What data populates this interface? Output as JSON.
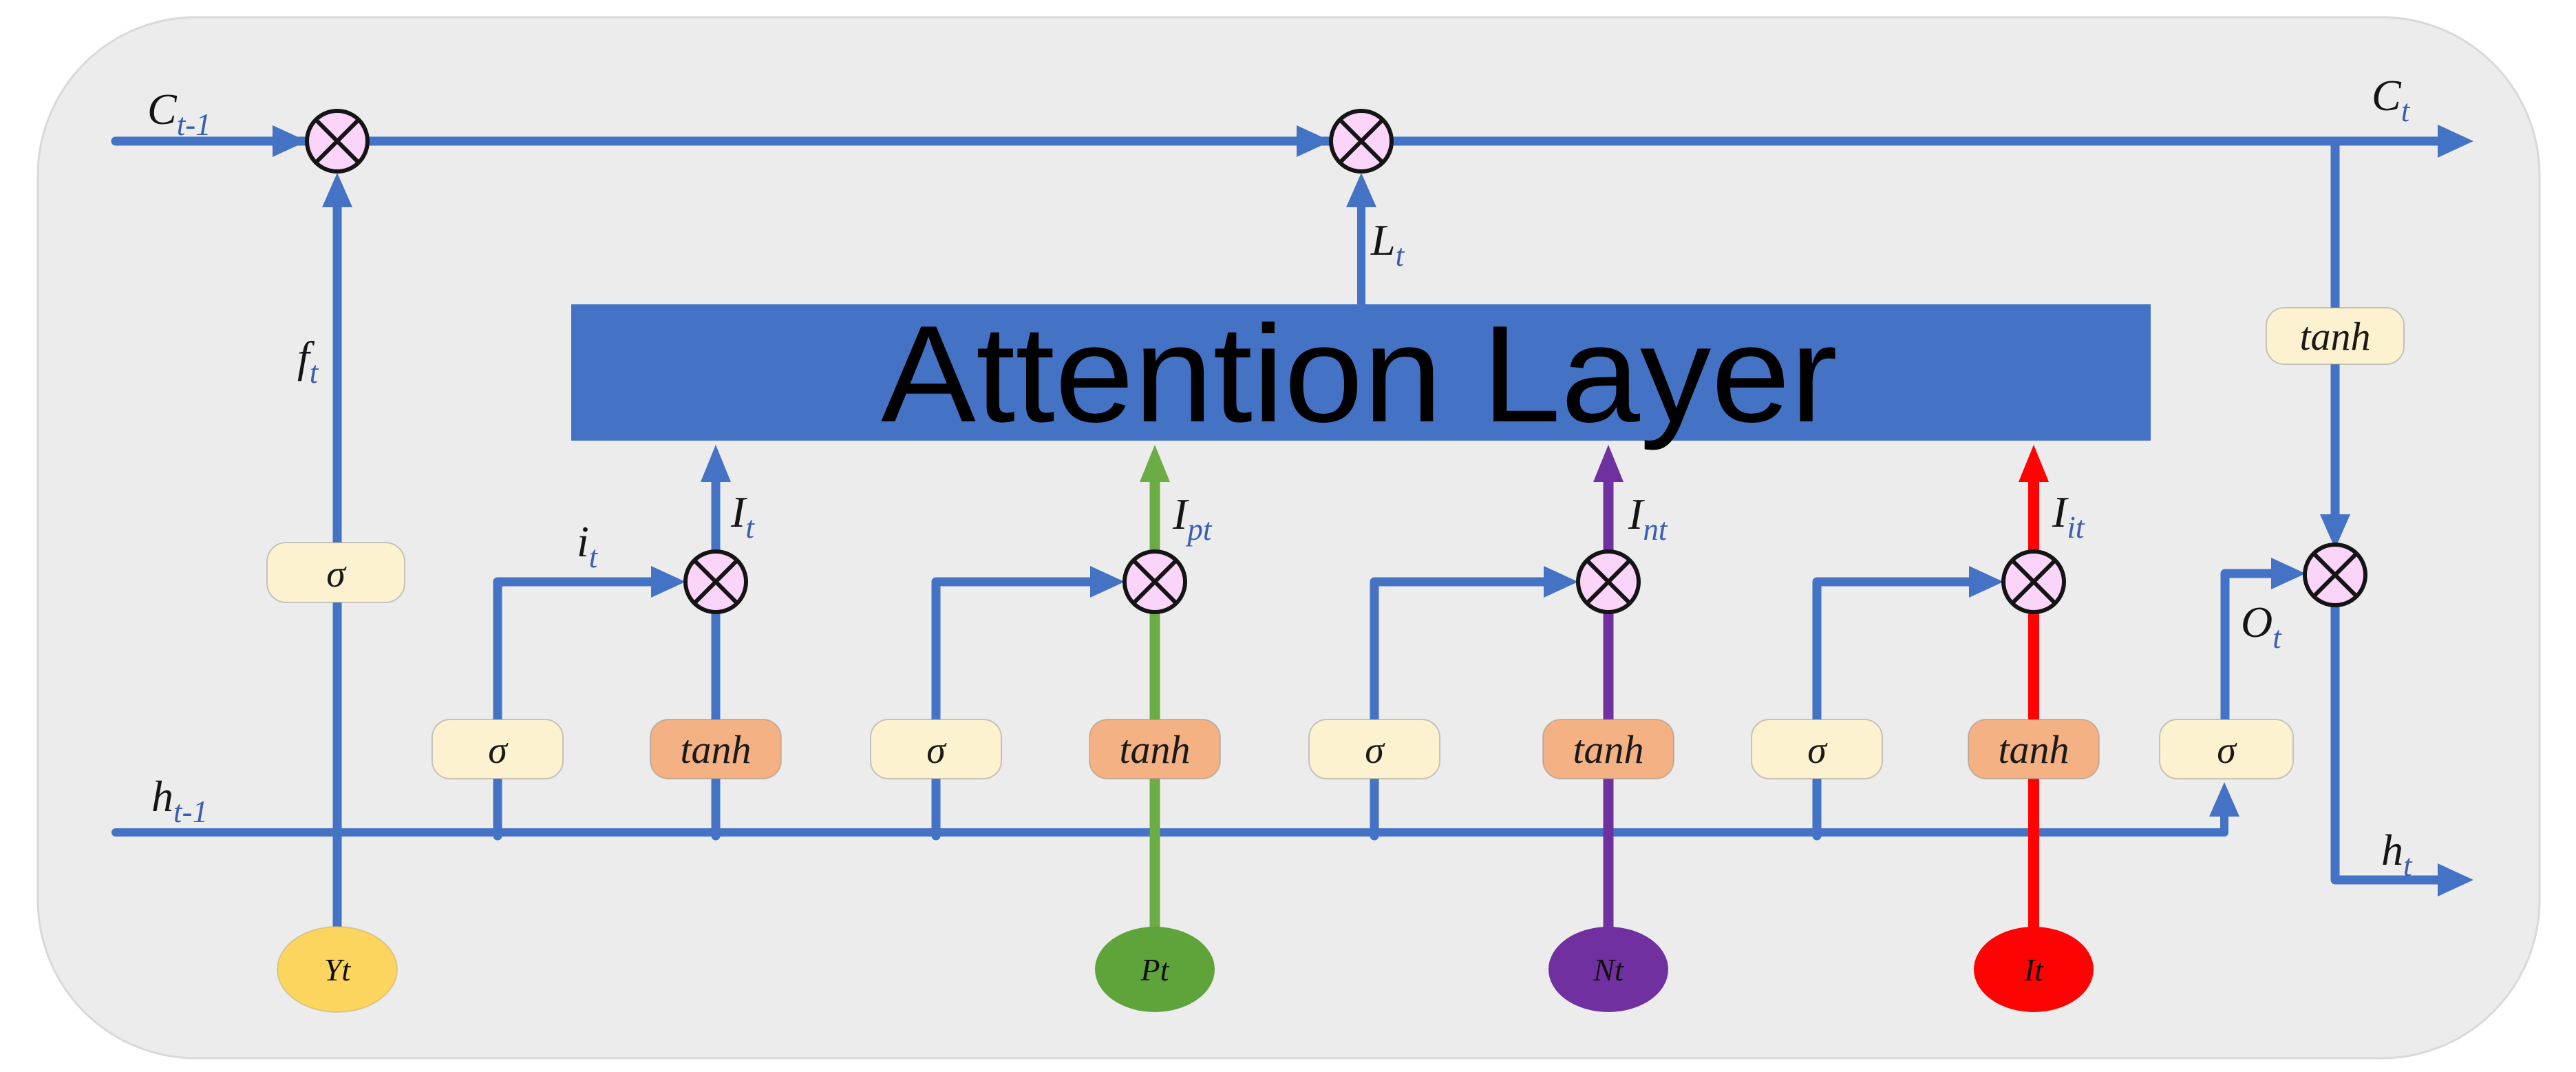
{
  "diagram": {
    "type": "lstm-attention-cell",
    "background_color": "#ECECEC",
    "accent_blue": "#4472C4",
    "attention_banner": {
      "label": "Attention Layer",
      "fill": "#4472C4",
      "text_color": "#000000"
    },
    "gate_boxes": {
      "sigma_label": "σ",
      "tanh_label": "tanh",
      "sigma_fill": "#FDF2CF",
      "tanh_fill": "#F4B183"
    },
    "multiply_nodes": {
      "symbol": "⊗",
      "fill": "#FBD4F9",
      "count": 7
    },
    "edge_labels": {
      "c_prev": {
        "base": "C",
        "sub": "t-1"
      },
      "c_t": {
        "base": "C",
        "sub": "t"
      },
      "h_prev": {
        "base": "h",
        "sub": "t-1"
      },
      "h_t": {
        "base": "h",
        "sub": "t"
      },
      "f_t": {
        "base": "f",
        "sub": "t"
      },
      "i_t": {
        "base": "i",
        "sub": "t"
      },
      "I_t": {
        "base": "I",
        "sub": "t"
      },
      "I_pt": {
        "base": "I",
        "sub": "pt"
      },
      "I_nt": {
        "base": "I",
        "sub": "nt"
      },
      "I_it": {
        "base": "I",
        "sub": "it"
      },
      "L_t": {
        "base": "L",
        "sub": "t"
      },
      "O_t": {
        "base": "O",
        "sub": "t"
      }
    },
    "inputs": [
      {
        "label": "Yt",
        "fill": "#FBD55E",
        "line_color": "#4472C4"
      },
      {
        "label": "Pt",
        "fill": "#5FA33B",
        "line_color": "#6CAC44"
      },
      {
        "label": "Nt",
        "fill": "#7030A0",
        "line_color": "#7030A0"
      },
      {
        "label": "It",
        "fill": "#FE0303",
        "line_color": "#FF0202"
      }
    ]
  }
}
